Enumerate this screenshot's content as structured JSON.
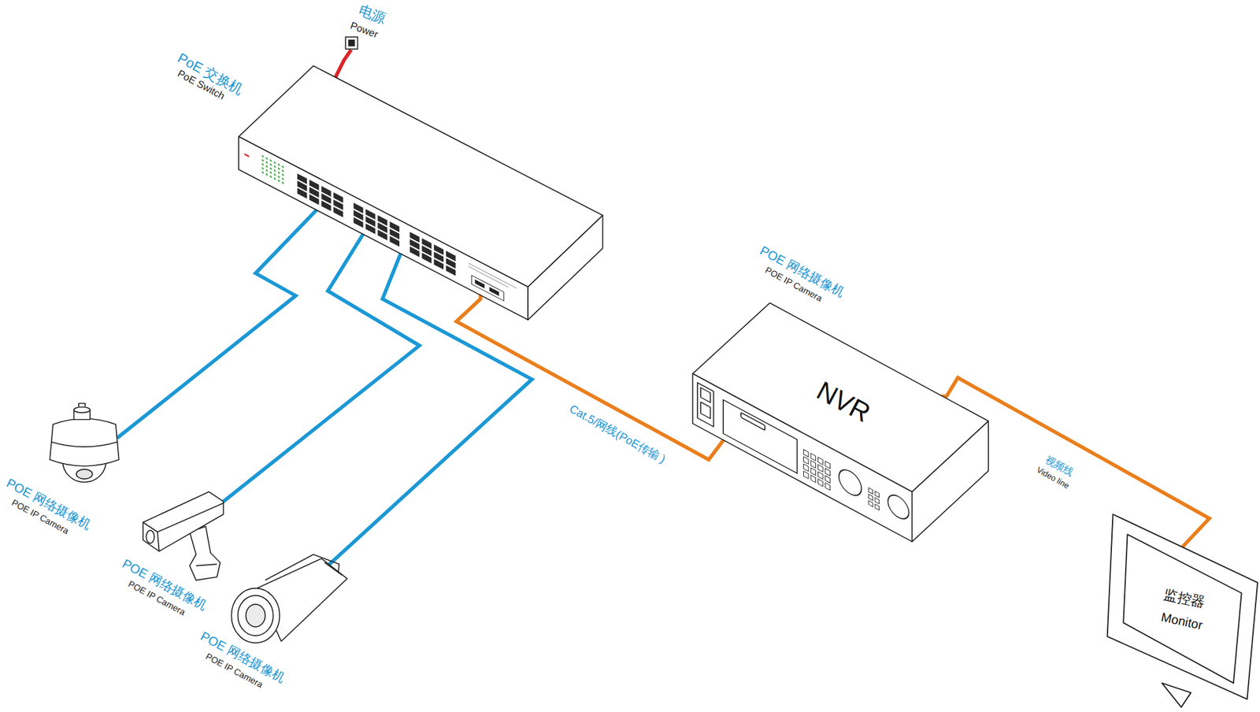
{
  "diagram": {
    "nodes": [
      {
        "text": [
          "电源",
          "Power"
        ]
      },
      {
        "text": [
          "PoE 交换机",
          "PoE Switch"
        ]
      },
      {
        "text": [
          "POE 网络摄像机",
          "POE IP Camera"
        ]
      },
      {
        "text": [
          "POE 网络摄像机",
          "POE IP Camera"
        ]
      },
      {
        "text": [
          "POE 网络摄像机",
          "POE IP Camera"
        ]
      },
      {
        "text": [
          "POE 网络摄像机",
          "POE IP Camera",
          "NVR"
        ]
      },
      {
        "text": [
          "监控器",
          "Monitor"
        ]
      }
    ],
    "edges": [
      {
        "from": 0,
        "to": 1,
        "arrow": "none"
      },
      {
        "from": 1,
        "to": 2,
        "arrow": "none"
      },
      {
        "from": 1,
        "to": 3,
        "arrow": "none"
      },
      {
        "from": 1,
        "to": 4,
        "arrow": "none"
      },
      {
        "from": 1,
        "to": 5,
        "label": "Cat.5/网线(PoE传输 )",
        "arrow": "none"
      },
      {
        "from": 5,
        "to": 6,
        "label": "视频线",
        "arrow": "none"
      }
    ],
    "labels": [
      "Video line"
    ]
  }
}
